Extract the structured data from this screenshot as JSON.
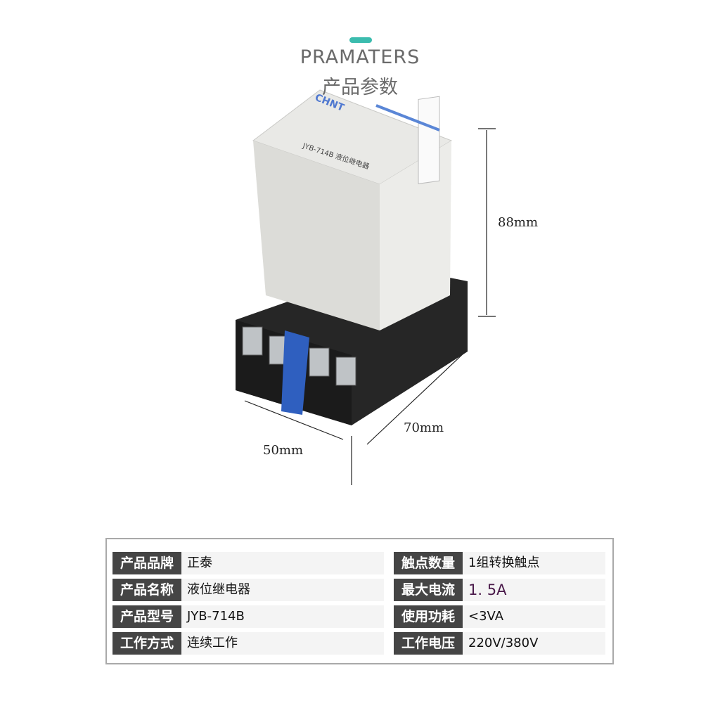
{
  "header": {
    "title_en": "PRAMATERS",
    "title_cn": "产品参数",
    "accent_color": "#3bbcae"
  },
  "product": {
    "brand_logo": "CHNT",
    "model_label": "JYB-714B 液位继电器"
  },
  "dimensions": {
    "height": "88mm",
    "depth": "70mm",
    "width": "50mm"
  },
  "specs": {
    "left": [
      {
        "label": "产品品牌",
        "value": "正泰"
      },
      {
        "label": "产品名称",
        "value": "液位继电器"
      },
      {
        "label": "产品型号",
        "value": "JYB-714B"
      },
      {
        "label": "工作方式",
        "value": "连续工作"
      }
    ],
    "right": [
      {
        "label": "触点数量",
        "value": "1组转换触点"
      },
      {
        "label": "最大电流",
        "value": "1. 5A"
      },
      {
        "label": "使用功耗",
        "value": "<3VA"
      },
      {
        "label": "工作电压",
        "value": "220V/380V"
      }
    ]
  }
}
